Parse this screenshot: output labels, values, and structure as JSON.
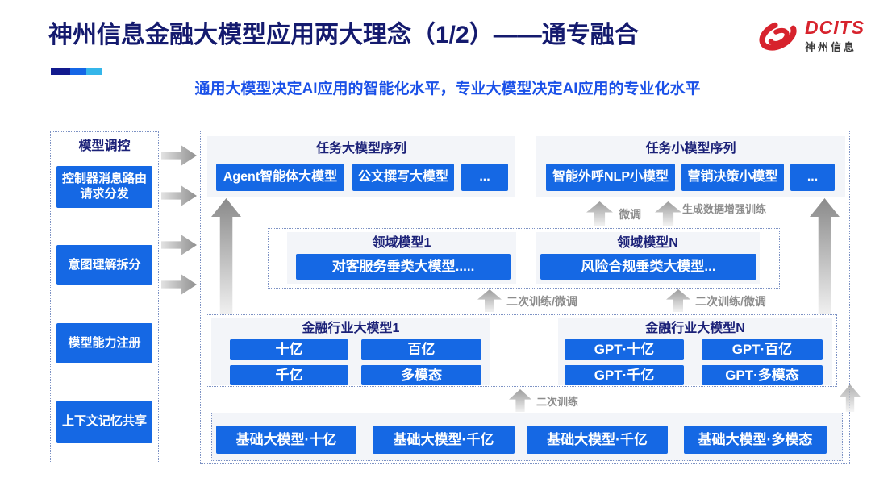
{
  "slide": {
    "title": "神州信息金融大模型应用两大理念（1/2）——通专融合",
    "subtitle": "通用大模型决定AI应用的智能化水平，专业大模型决定AI应用的专业化水平"
  },
  "logo": {
    "brand": "DCITS",
    "brand_cn": "神州信息"
  },
  "sidebar": {
    "title": "模型调控",
    "items": [
      {
        "label": "控制器消息路由请求分发"
      },
      {
        "label": "意图理解拆分"
      },
      {
        "label": "模型能力注册"
      },
      {
        "label": "上下文记忆共享"
      }
    ]
  },
  "task_large": {
    "title": "任务大模型序列",
    "items": [
      "Agent智能体大模型",
      "公文撰写大模型",
      "..."
    ]
  },
  "task_small": {
    "title": "任务小模型序列",
    "items": [
      "智能外呼NLP小模型",
      "营销决策小模型",
      "..."
    ]
  },
  "domain_models": [
    {
      "title": "领域模型1",
      "item": "对客服务垂类大模型....."
    },
    {
      "title": "领域模型N",
      "item": "风险合规垂类大模型..."
    }
  ],
  "industry_models": [
    {
      "title": "金融行业大模型1",
      "items": [
        "十亿",
        "百亿",
        "千亿",
        "多模态"
      ]
    },
    {
      "title": "金融行业大模型N",
      "items": [
        "GPT·十亿",
        "GPT·百亿",
        "GPT·千亿",
        "GPT·多模态"
      ]
    }
  ],
  "base_models": [
    "基础大模型·十亿",
    "基础大模型·千亿",
    "基础大模型·千亿",
    "基础大模型·多模态"
  ],
  "arrow_labels": {
    "finetune": "微调",
    "gen_data_augment": "生成数据增强训练",
    "second_train_finetune_left": "二次训练/微调",
    "second_train_finetune_right": "二次训练/微调",
    "second_train": "二次训练"
  },
  "colors": {
    "accent_navy": "#121a8e",
    "accent_blue": "#1566e6",
    "accent_cyan": "#35b6ea",
    "button_blue": "#1568e4",
    "title_navy": "#141a6e",
    "subtitle_blue": "#1b51e8",
    "logo_red": "#d7232d",
    "arrow_gray": "#9c9c9c"
  }
}
